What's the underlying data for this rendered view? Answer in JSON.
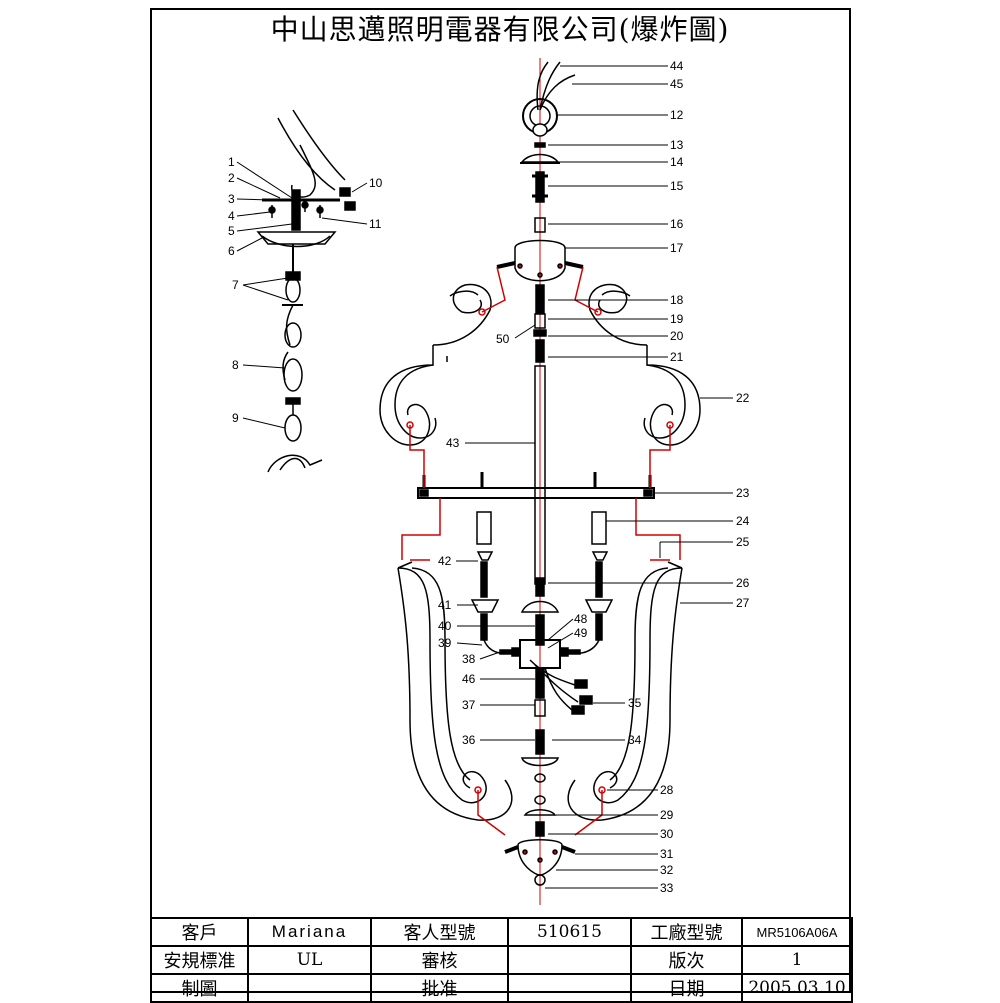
{
  "title": "中山思邁照明電器有限公司(爆炸圖)",
  "callouts_left": [
    "1",
    "2",
    "3",
    "4",
    "5",
    "6",
    "7",
    "8",
    "9",
    "10",
    "11"
  ],
  "callouts_main": [
    "44",
    "45",
    "12",
    "13",
    "14",
    "15",
    "16",
    "17",
    "18",
    "19",
    "50",
    "20",
    "21",
    "22",
    "43",
    "23",
    "24",
    "25",
    "42",
    "26",
    "27",
    "41",
    "40",
    "48",
    "49",
    "39",
    "38",
    "46",
    "35",
    "37",
    "36",
    "34",
    "28",
    "29",
    "30",
    "31",
    "32",
    "33"
  ],
  "title_block": {
    "row1": {
      "customer_label": "客戶",
      "customer_value": "Mariana",
      "customer_model_label": "客人型號",
      "customer_model_value": "510615",
      "factory_model_label": "工廠型號",
      "factory_model_value": "MR5106A06A"
    },
    "row2": {
      "standard_label": "安規標准",
      "standard_value": "UL",
      "review_label": "審核",
      "review_value": "",
      "version_label": "版次",
      "version_value": "1"
    },
    "row3": {
      "drawn_label": "制圖",
      "drawn_value": "",
      "approve_label": "批准",
      "approve_value": "",
      "date_label": "日期",
      "date_value": "2005.03.10"
    }
  },
  "colors": {
    "line": "#000000",
    "wire": "#d40000",
    "background": "#ffffff"
  }
}
